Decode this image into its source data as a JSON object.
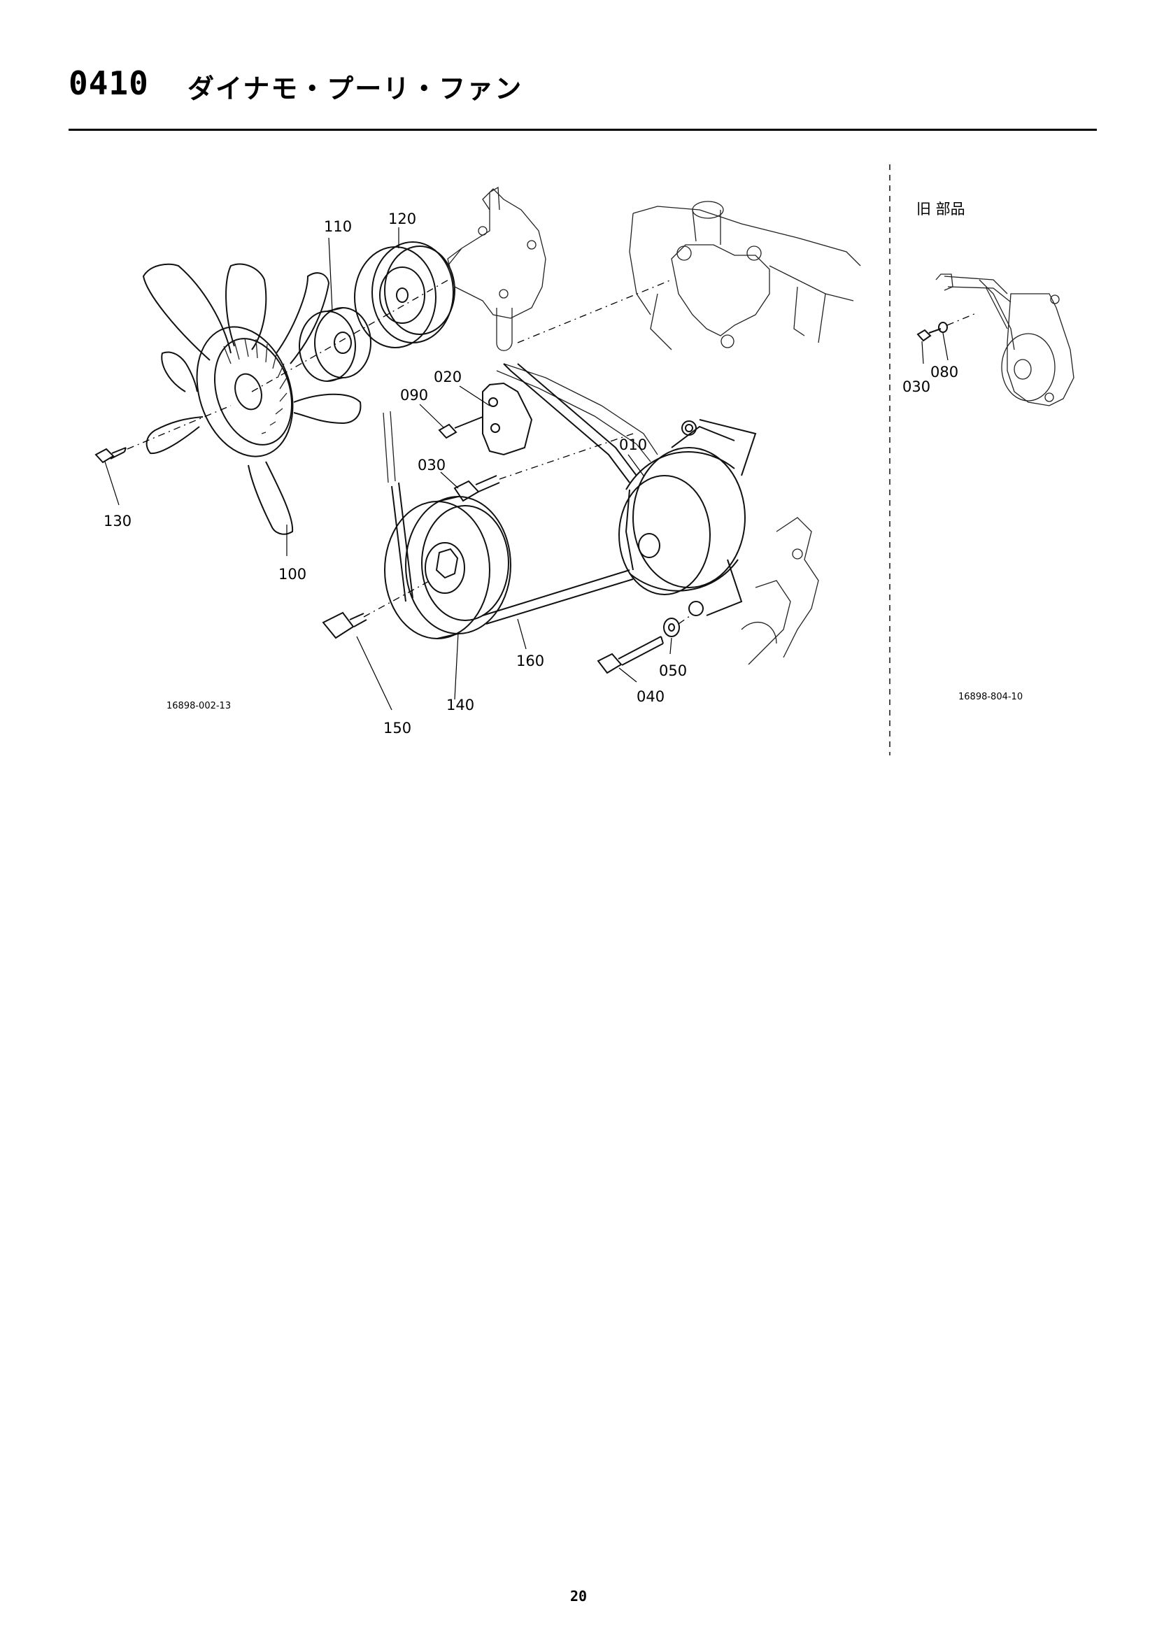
{
  "header": {
    "section_code": "0410",
    "section_title": "ダイナモ・プーリ・ファン"
  },
  "labels": {
    "p010": "010",
    "p020": "020",
    "p030": "030",
    "p040": "040",
    "p050": "050",
    "p090": "090",
    "p100": "100",
    "p110": "110",
    "p120": "120",
    "p130": "130",
    "p140": "140",
    "p150": "150",
    "p160": "160"
  },
  "main_ref": "16898-002-13",
  "old_parts": {
    "title": "旧 部品",
    "p030": "030",
    "p080": "080",
    "ref": "16898-804-10"
  },
  "page_number": "20"
}
